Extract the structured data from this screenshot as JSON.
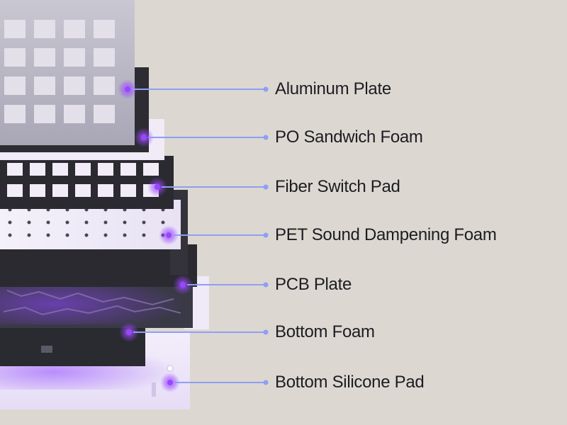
{
  "colors": {
    "background": "#dcd8d1",
    "leader_line": "#8f9ef5",
    "accent_glow": "#9a45ff",
    "text": "#1c1c22"
  },
  "layers": [
    {
      "id": "aluminum-plate",
      "label": "Aluminum Plate"
    },
    {
      "id": "po-sandwich-foam",
      "label": "PO Sandwich Foam"
    },
    {
      "id": "fiber-switch-pad",
      "label": "Fiber Switch Pad"
    },
    {
      "id": "pet-sound-dampening-foam",
      "label": "PET Sound Dampening Foam"
    },
    {
      "id": "pcb-plate",
      "label": "PCB Plate"
    },
    {
      "id": "bottom-foam",
      "label": "Bottom Foam"
    },
    {
      "id": "bottom-silicone-pad",
      "label": "Bottom Silicone Pad"
    }
  ]
}
